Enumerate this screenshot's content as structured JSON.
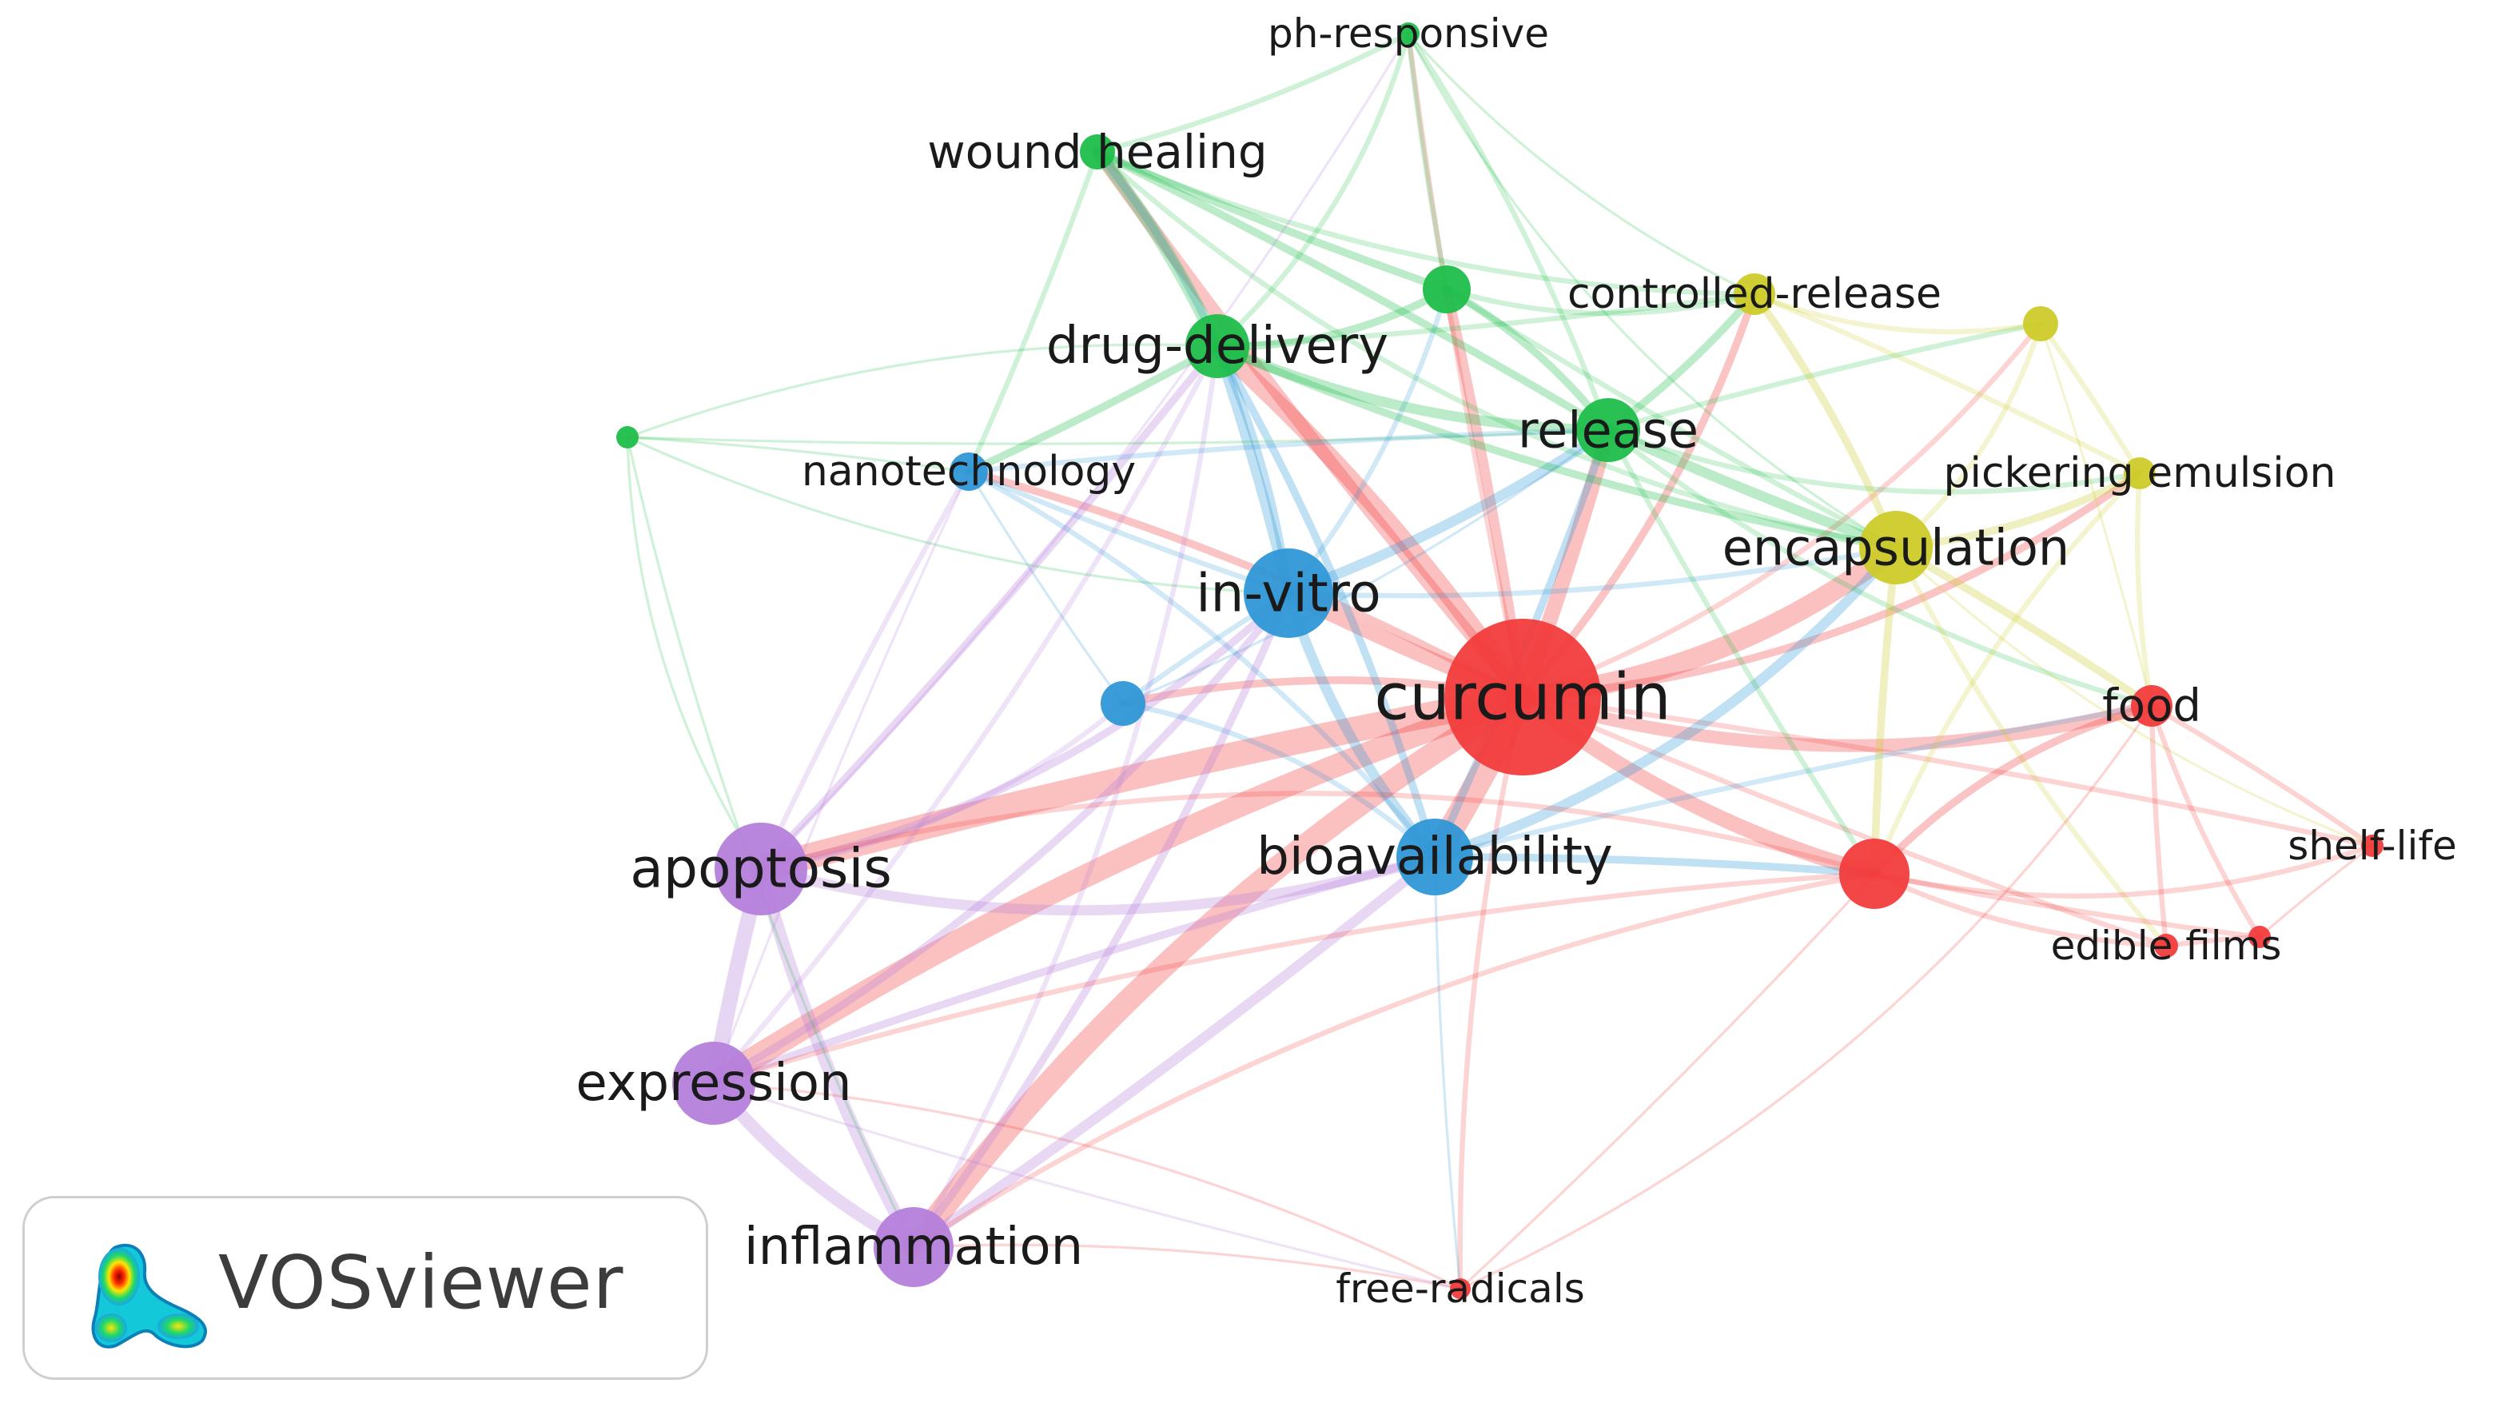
{
  "clusters": {
    "red": "#f23c3c",
    "green": "#1fbe4b",
    "blue": "#2f97d6",
    "yellow": "#cdcb2a",
    "purple": "#b57fdb"
  },
  "nodes": [
    {
      "id": "curcumin",
      "label": "curcumin",
      "cluster": "red",
      "weight": 100
    },
    {
      "id": "food",
      "label": "food",
      "cluster": "red",
      "weight": 12
    },
    {
      "id": "shelf-life",
      "label": "shelf-life",
      "cluster": "red",
      "weight": 6
    },
    {
      "id": "edible-films",
      "label": "edible films",
      "cluster": "red",
      "weight": 6
    },
    {
      "id": "edible-films-2",
      "label": "",
      "cluster": "red",
      "weight": 5
    },
    {
      "id": "free-radicals",
      "label": "free-radicals",
      "cluster": "red",
      "weight": 5
    },
    {
      "id": "red-unlabeled",
      "label": "",
      "cluster": "red",
      "weight": 18
    },
    {
      "id": "wound-healing",
      "label": "wound healing",
      "cluster": "green",
      "weight": 10
    },
    {
      "id": "ph-responsive",
      "label": "ph-responsive",
      "cluster": "green",
      "weight": 5
    },
    {
      "id": "drug-delivery",
      "label": "drug-delivery",
      "cluster": "green",
      "weight": 18
    },
    {
      "id": "release",
      "label": "release",
      "cluster": "green",
      "weight": 18
    },
    {
      "id": "green-unlabeled-top",
      "label": "",
      "cluster": "green",
      "weight": 11
    },
    {
      "id": "green-unlabeled-left",
      "label": "",
      "cluster": "green",
      "weight": 5
    },
    {
      "id": "in-vitro",
      "label": "in-vitro",
      "cluster": "blue",
      "weight": 28
    },
    {
      "id": "bioavailability",
      "label": "bioavailability",
      "cluster": "blue",
      "weight": 22
    },
    {
      "id": "nanotechnology",
      "label": "nanotechnology",
      "cluster": "blue",
      "weight": 8
    },
    {
      "id": "blue-unlabeled",
      "label": "",
      "cluster": "blue",
      "weight": 9
    },
    {
      "id": "encapsulation",
      "label": "encapsulation",
      "cluster": "yellow",
      "weight": 20
    },
    {
      "id": "controlled-release",
      "label": "controlled-release",
      "cluster": "yellow",
      "weight": 8
    },
    {
      "id": "pickering-emulsion",
      "label": "pickering emulsion",
      "cluster": "yellow",
      "weight": 6
    },
    {
      "id": "yellow-unlabeled",
      "label": "",
      "cluster": "yellow",
      "weight": 6
    },
    {
      "id": "apoptosis",
      "label": "apoptosis",
      "cluster": "purple",
      "weight": 28
    },
    {
      "id": "expression",
      "label": "expression",
      "cluster": "purple",
      "weight": 22
    },
    {
      "id": "inflammation",
      "label": "inflammation",
      "cluster": "purple",
      "weight": 22
    }
  ],
  "links": [
    [
      "curcumin",
      "bioavailability",
      10
    ],
    [
      "curcumin",
      "apoptosis",
      10
    ],
    [
      "curcumin",
      "expression",
      9
    ],
    [
      "curcumin",
      "inflammation",
      9
    ],
    [
      "curcumin",
      "encapsulation",
      8
    ],
    [
      "curcumin",
      "in-vitro",
      6
    ],
    [
      "curcumin",
      "release",
      6
    ],
    [
      "curcumin",
      "drug-delivery",
      7
    ],
    [
      "curcumin",
      "red-unlabeled",
      6
    ],
    [
      "curcumin",
      "food",
      5
    ],
    [
      "curcumin",
      "wound-healing",
      5
    ],
    [
      "curcumin",
      "green-unlabeled-top",
      4
    ],
    [
      "curcumin",
      "nanotechnology",
      3
    ],
    [
      "curcumin",
      "controlled-release",
      3
    ],
    [
      "curcumin",
      "pickering-emulsion",
      3
    ],
    [
      "curcumin",
      "shelf-life",
      2
    ],
    [
      "curcumin",
      "edible-films",
      2
    ],
    [
      "curcumin",
      "free-radicals",
      2
    ],
    [
      "curcumin",
      "blue-unlabeled",
      3
    ],
    [
      "curcumin",
      "yellow-unlabeled",
      2
    ],
    [
      "curcumin",
      "ph-responsive",
      2
    ],
    [
      "apoptosis",
      "expression",
      6
    ],
    [
      "apoptosis",
      "inflammation",
      5
    ],
    [
      "expression",
      "inflammation",
      5
    ],
    [
      "apoptosis",
      "bioavailability",
      4
    ],
    [
      "expression",
      "bioavailability",
      3
    ],
    [
      "inflammation",
      "bioavailability",
      4
    ],
    [
      "inflammation",
      "in-vitro",
      3
    ],
    [
      "expression",
      "in-vitro",
      3
    ],
    [
      "apoptosis",
      "in-vitro",
      3
    ],
    [
      "apoptosis",
      "nanotechnology",
      2
    ],
    [
      "apoptosis",
      "drug-delivery",
      3
    ],
    [
      "expression",
      "drug-delivery",
      2
    ],
    [
      "inflammation",
      "drug-delivery",
      2
    ],
    [
      "apoptosis",
      "blue-unlabeled",
      2
    ],
    [
      "expression",
      "nanotechnology",
      1
    ],
    [
      "in-vitro",
      "drug-delivery",
      4
    ],
    [
      "in-vitro",
      "release",
      4
    ],
    [
      "in-vitro",
      "bioavailability",
      4
    ],
    [
      "in-vitro",
      "wound-healing",
      3
    ],
    [
      "in-vitro",
      "nanotechnology",
      2
    ],
    [
      "in-vitro",
      "blue-unlabeled",
      2
    ],
    [
      "in-vitro",
      "encapsulation",
      2
    ],
    [
      "in-vitro",
      "green-unlabeled-top",
      2
    ],
    [
      "bioavailability",
      "encapsulation",
      4
    ],
    [
      "bioavailability",
      "red-unlabeled",
      3
    ],
    [
      "bioavailability",
      "release",
      3
    ],
    [
      "bioavailability",
      "drug-delivery",
      3
    ],
    [
      "bioavailability",
      "nanotechnology",
      2
    ],
    [
      "bioavailability",
      "blue-unlabeled",
      2
    ],
    [
      "bioavailability",
      "food",
      2
    ],
    [
      "bioavailability",
      "free-radicals",
      1
    ],
    [
      "drug-delivery",
      "wound-healing",
      5
    ],
    [
      "drug-delivery",
      "release",
      4
    ],
    [
      "drug-delivery",
      "green-unlabeled-top",
      3
    ],
    [
      "drug-delivery",
      "nanotechnology",
      3
    ],
    [
      "drug-delivery",
      "controlled-release",
      2
    ],
    [
      "drug-delivery",
      "encapsulation",
      3
    ],
    [
      "drug-delivery",
      "green-unlabeled-left",
      1
    ],
    [
      "drug-delivery",
      "ph-responsive",
      2
    ],
    [
      "wound-healing",
      "release",
      3
    ],
    [
      "wound-healing",
      "green-unlabeled-top",
      3
    ],
    [
      "wound-healing",
      "ph-responsive",
      2
    ],
    [
      "wound-healing",
      "controlled-release",
      2
    ],
    [
      "wound-healing",
      "encapsulation",
      2
    ],
    [
      "wound-healing",
      "nanotechnology",
      2
    ],
    [
      "release",
      "encapsulation",
      4
    ],
    [
      "release",
      "controlled-release",
      3
    ],
    [
      "release",
      "green-unlabeled-top",
      3
    ],
    [
      "release",
      "pickering-emulsion",
      2
    ],
    [
      "release",
      "yellow-unlabeled",
      2
    ],
    [
      "release",
      "red-unlabeled",
      2
    ],
    [
      "release",
      "ph-responsive",
      2
    ],
    [
      "release",
      "food",
      2
    ],
    [
      "green-unlabeled-top",
      "controlled-release",
      2
    ],
    [
      "green-unlabeled-top",
      "ph-responsive",
      2
    ],
    [
      "green-unlabeled-top",
      "encapsulation",
      2
    ],
    [
      "encapsulation",
      "controlled-release",
      3
    ],
    [
      "encapsulation",
      "pickering-emulsion",
      3
    ],
    [
      "encapsulation",
      "yellow-unlabeled",
      2
    ],
    [
      "encapsulation",
      "food",
      3
    ],
    [
      "encapsulation",
      "red-unlabeled",
      3
    ],
    [
      "encapsulation",
      "edible-films",
      2
    ],
    [
      "encapsulation",
      "shelf-life",
      1
    ],
    [
      "controlled-release",
      "yellow-unlabeled",
      2
    ],
    [
      "controlled-release",
      "pickering-emulsion",
      2
    ],
    [
      "pickering-emulsion",
      "yellow-unlabeled",
      2
    ],
    [
      "pickering-emulsion",
      "food",
      2
    ],
    [
      "pickering-emulsion",
      "red-unlabeled",
      2
    ],
    [
      "food",
      "red-unlabeled",
      3
    ],
    [
      "food",
      "shelf-life",
      2
    ],
    [
      "food",
      "edible-films",
      2
    ],
    [
      "food",
      "edible-films-2",
      2
    ],
    [
      "red-unlabeled",
      "edible-films",
      2
    ],
    [
      "red-unlabeled",
      "shelf-life",
      2
    ],
    [
      "red-unlabeled",
      "free-radicals",
      1
    ],
    [
      "red-unlabeled",
      "edible-films-2",
      2
    ],
    [
      "red-unlabeled",
      "expression",
      2
    ],
    [
      "red-unlabeled",
      "inflammation",
      2
    ],
    [
      "red-unlabeled",
      "apoptosis",
      2
    ],
    [
      "edible-films",
      "edible-films-2",
      2
    ],
    [
      "shelf-life",
      "edible-films-2",
      1
    ],
    [
      "free-radicals",
      "inflammation",
      1
    ],
    [
      "free-radicals",
      "expression",
      1
    ],
    [
      "free-radicals",
      "food",
      1
    ],
    [
      "green-unlabeled-left",
      "nanotechnology",
      1
    ],
    [
      "green-unlabeled-left",
      "release",
      1
    ],
    [
      "green-unlabeled-left",
      "inflammation",
      1
    ],
    [
      "green-unlabeled-left",
      "in-vitro",
      1
    ],
    [
      "green-unlabeled-left",
      "apoptosis",
      1
    ],
    [
      "nanotechnology",
      "release",
      2
    ],
    [
      "nanotechnology",
      "blue-unlabeled",
      1
    ],
    [
      "blue-unlabeled",
      "release",
      1
    ],
    [
      "ph-responsive",
      "controlled-release",
      1
    ],
    [
      "ph-responsive",
      "encapsulation",
      1
    ],
    [
      "yellow-unlabeled",
      "food",
      1
    ],
    [
      "expression",
      "free-radicals",
      1
    ],
    [
      "apoptosis",
      "ph-responsive",
      1
    ]
  ],
  "logo": {
    "text": "VOSviewer",
    "icon": "vosviewer-density-icon"
  }
}
